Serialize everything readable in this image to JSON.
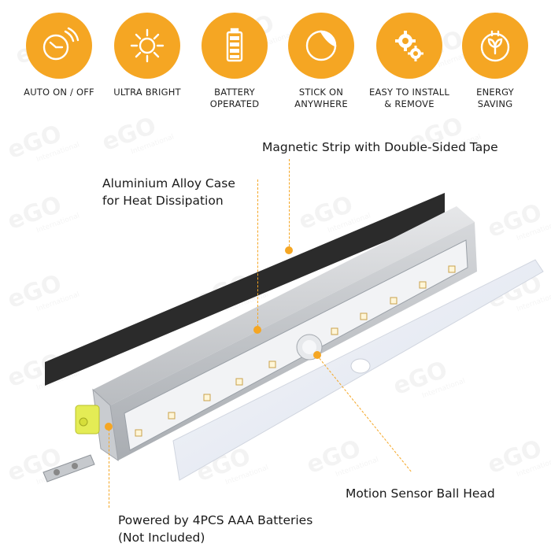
{
  "features": [
    {
      "label": "AUTO ON / OFF",
      "icon": "clock-icon"
    },
    {
      "label": "ULTRA BRIGHT",
      "icon": "sun-icon"
    },
    {
      "label": "BATTERY\nOPERATED",
      "icon": "battery-icon"
    },
    {
      "label": "STICK ON\nANYWHERE",
      "icon": "sticker-icon"
    },
    {
      "label": "EASY TO INSTALL\n& REMOVE",
      "icon": "gears-icon"
    },
    {
      "label": "ENERGY\nSAVING",
      "icon": "plug-leaf-icon"
    }
  ],
  "callouts": {
    "magnetic": "Magnetic Strip with Double-Sided Tape",
    "case": "Aluminium Alloy Case\nfor Heat Dissipation",
    "sensor": "Motion Sensor Ball Head",
    "batteries": "Powered by 4PCS AAA Batteries\n(Not Included)"
  },
  "watermark": {
    "brand": "eGO",
    "sub": "International"
  },
  "colors": {
    "accent": "#f5a623",
    "strip": "#2b2b2b",
    "case": "#c8cacd",
    "diffuser": "#e9ecf3"
  }
}
